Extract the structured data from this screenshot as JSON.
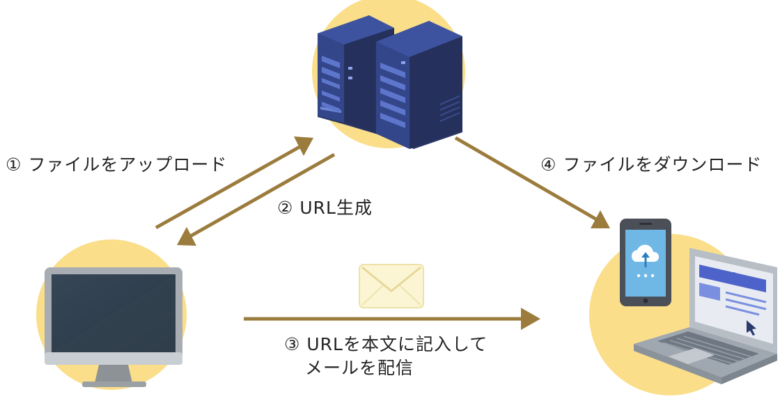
{
  "labels": {
    "upload": "① ファイルをアップロード",
    "url": "② URL生成",
    "mail_line1": "③ URLを本文に記入して",
    "mail_line2": "メールを配信",
    "download": "④ ファイルをダウンロード"
  },
  "colors": {
    "arrow": "#9b7c3d",
    "circle": "#fbde8a",
    "server_dark": "#2c3a6e",
    "server_light": "#3b4e8e",
    "monitor_frame": "#a6adb3",
    "monitor_screen": "#2f3d4d",
    "envelope": "#fbf5d4",
    "phone_screen": "#6db6e3",
    "laptop_body": "#b5bcc4"
  }
}
